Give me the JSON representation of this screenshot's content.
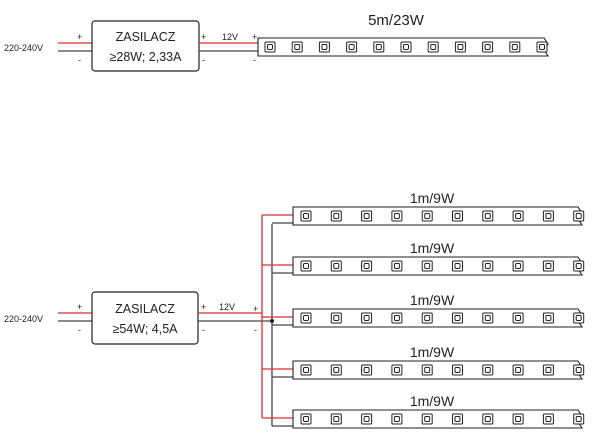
{
  "colors": {
    "positive_wire": "#d9302c",
    "negative_wire": "#444444",
    "outline": "#222222"
  },
  "circuit1": {
    "input_voltage": "220-240V",
    "in_plus": "+",
    "in_minus": "-",
    "psu_title": "ZASILACZ",
    "psu_rating": "≥28W; 2,33A",
    "out_plus": "+",
    "out_minus": "-",
    "output_voltage": "12V",
    "strip_plus": "+",
    "strip_minus": "-",
    "strip_label": "5m/23W",
    "led_count": 11
  },
  "circuit2": {
    "input_voltage": "220-240V",
    "in_plus": "+",
    "in_minus": "-",
    "psu_title": "ZASILACZ",
    "psu_rating": "≥54W; 4,5A",
    "out_plus": "+",
    "out_minus": "-",
    "output_voltage": "12V",
    "bus_plus": "+",
    "bus_minus": "-",
    "strips": [
      {
        "label": "1m/9W",
        "led_count": 10
      },
      {
        "label": "1m/9W",
        "led_count": 10
      },
      {
        "label": "1m/9W",
        "led_count": 10
      },
      {
        "label": "1m/9W",
        "led_count": 10
      },
      {
        "label": "1m/9W",
        "led_count": 10
      }
    ]
  }
}
